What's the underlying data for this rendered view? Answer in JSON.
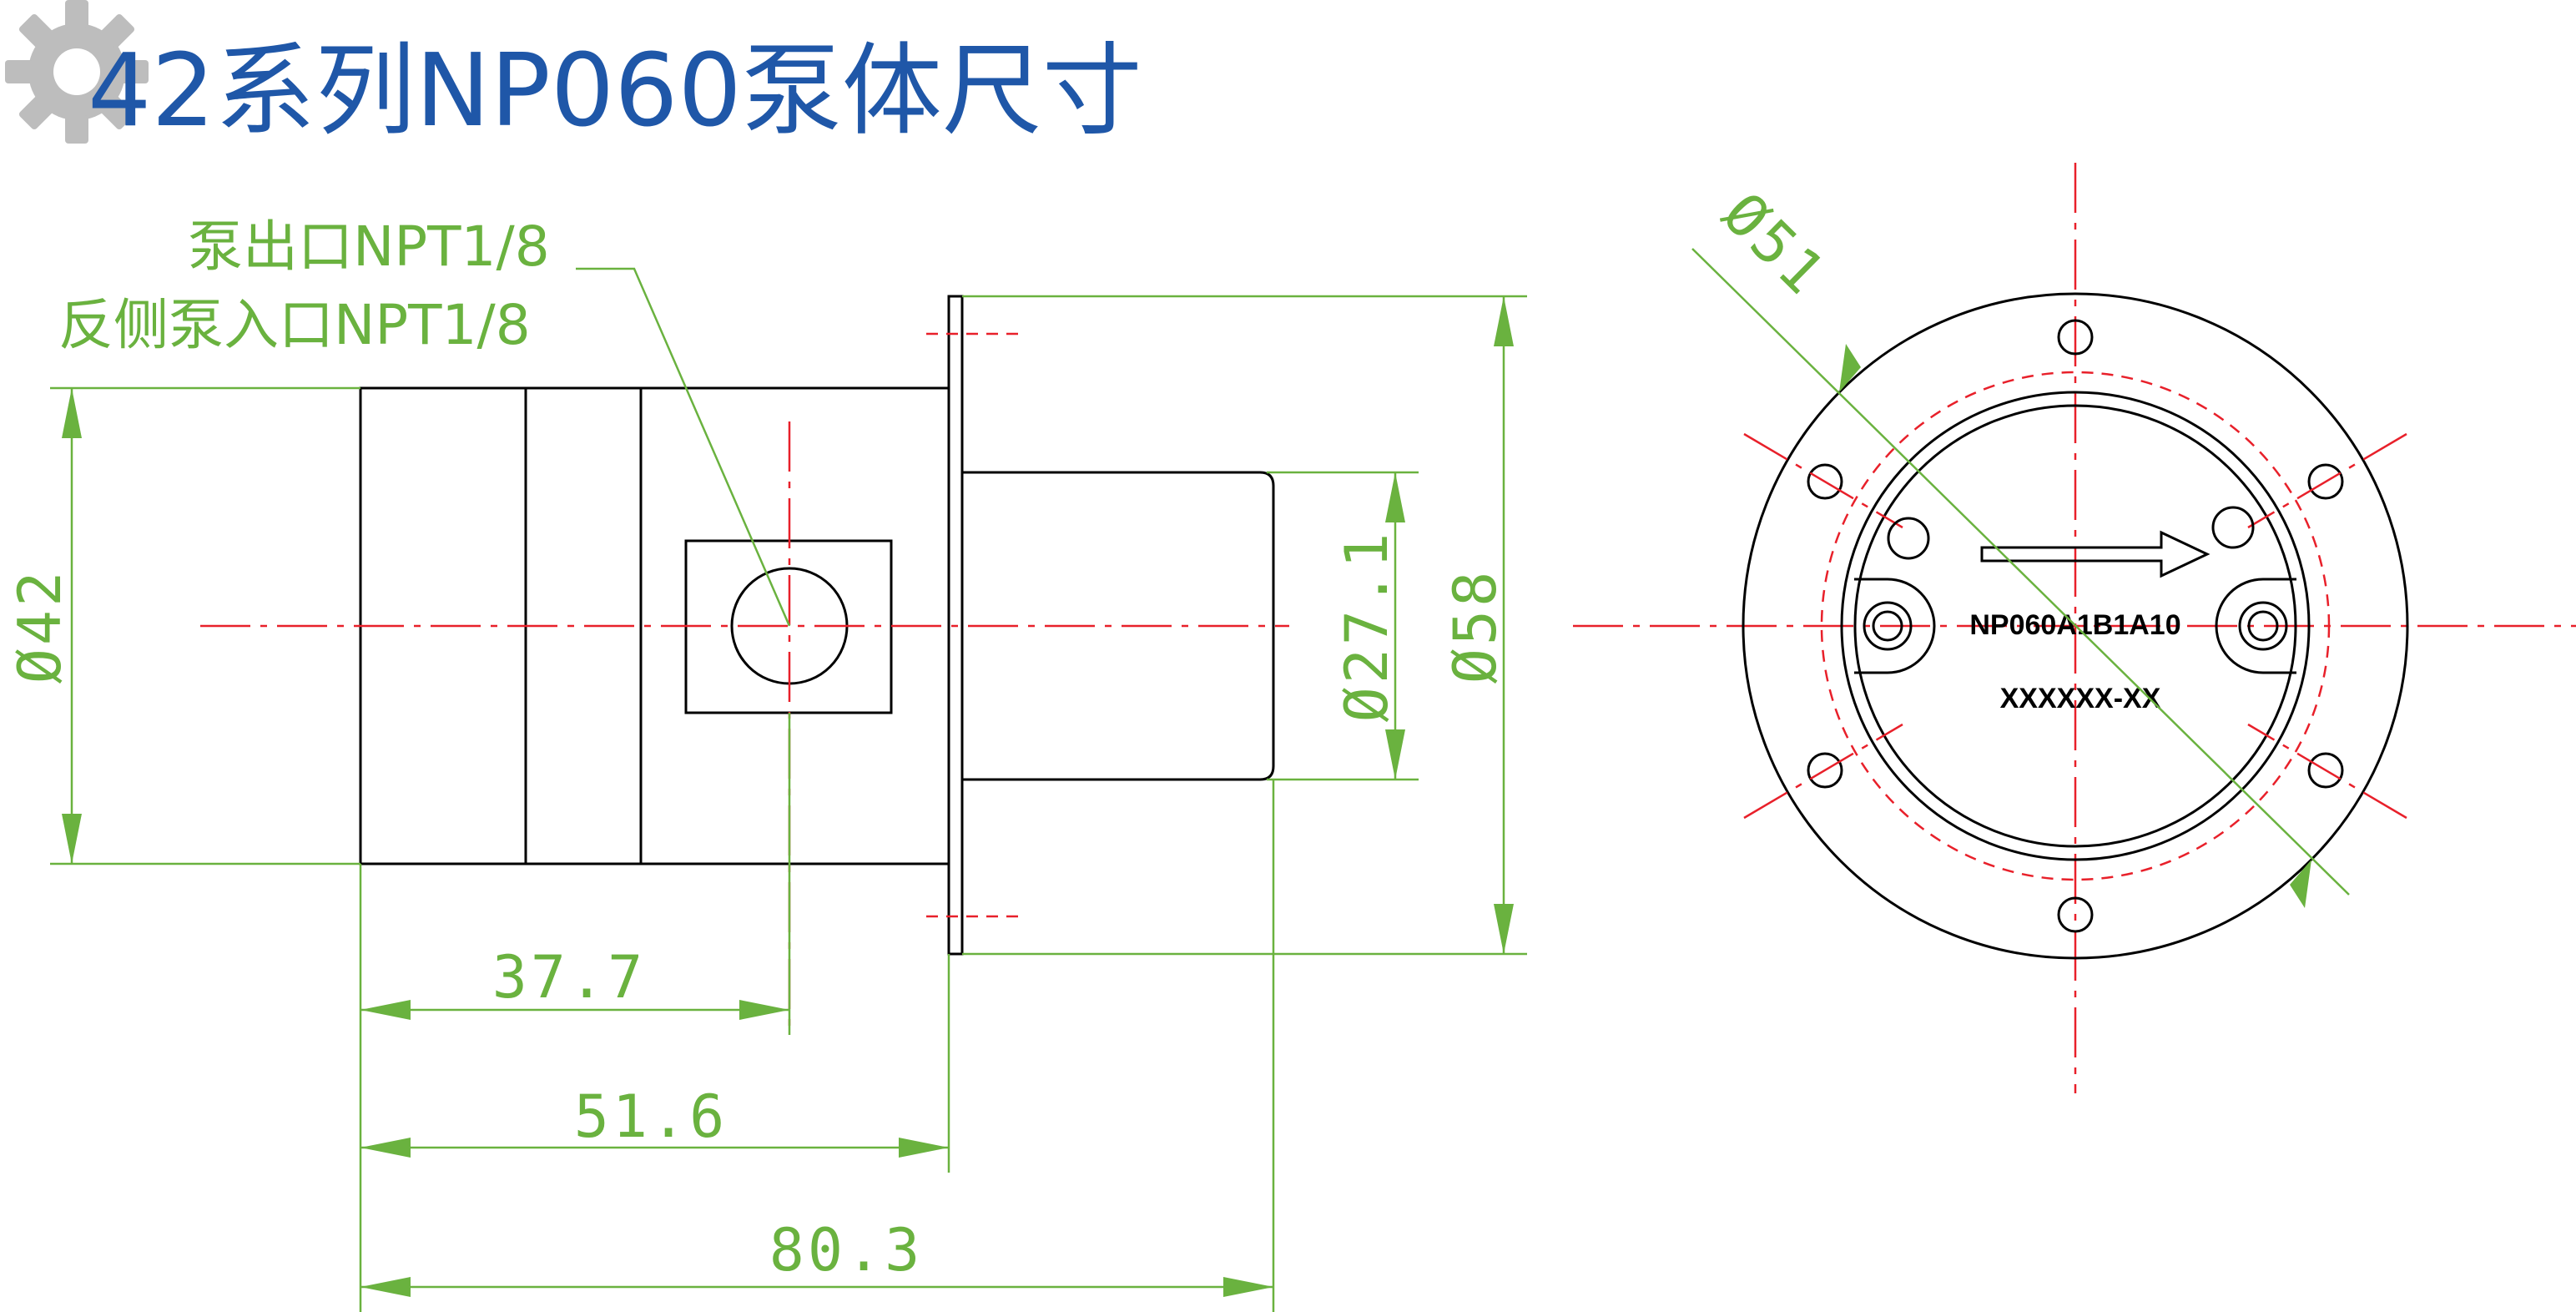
{
  "title": "42系列NP060泵体尺寸",
  "icons": {
    "logo": "gear-icon"
  },
  "colors": {
    "title": "#1f57a8",
    "dimension": "#6ab23f",
    "centerline": "#e8202a",
    "outline": "#000000"
  },
  "labels": {
    "outlet": "泵出口NPT1/8",
    "inlet": "反侧泵入口NPT1/8"
  },
  "dimensions": {
    "d42": "Ø42",
    "d27_1": "Ø27.1",
    "d58": "Ø58",
    "d51": "Ø51",
    "len_37_7": "37.7",
    "len_51_6": "51.6",
    "len_80_3": "80.3"
  },
  "markings": {
    "model": "NP060A1B1A10",
    "serial": "XXXXXX-XX"
  }
}
